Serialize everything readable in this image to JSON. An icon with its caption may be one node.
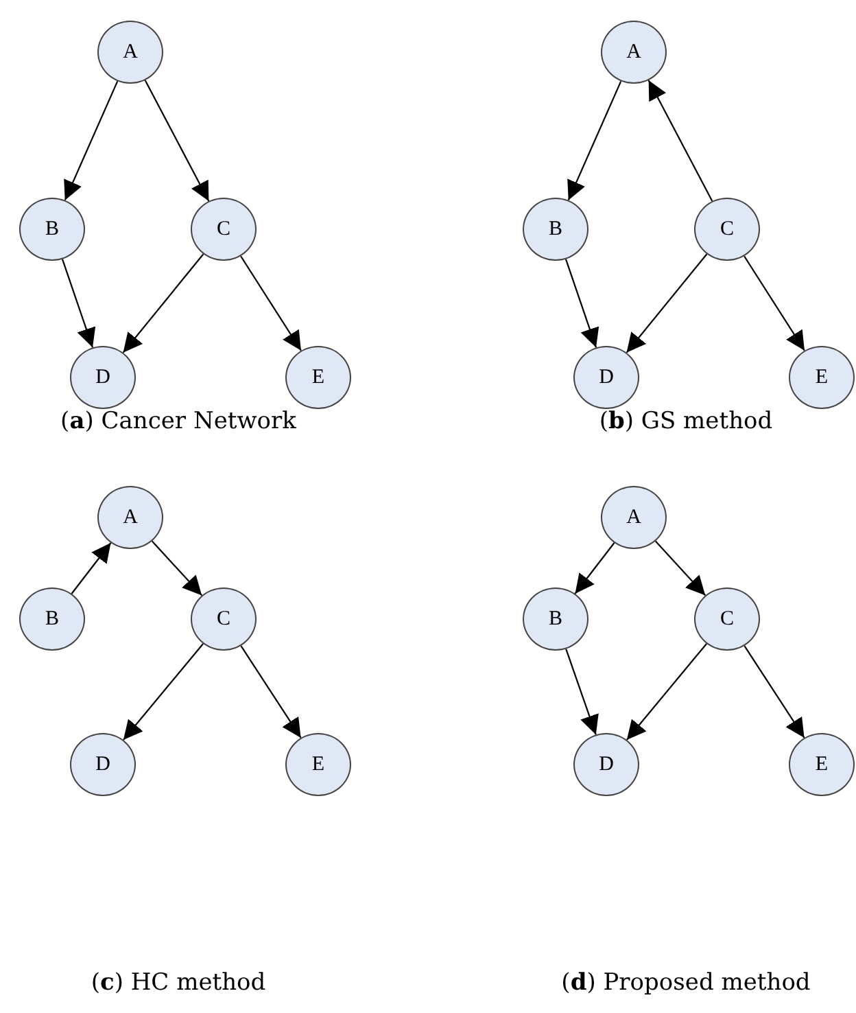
{
  "diagram": {
    "nodes": [
      {
        "text": [
          "A"
        ]
      },
      {
        "text": [
          "B"
        ]
      },
      {
        "text": [
          "C"
        ]
      },
      {
        "text": [
          "D"
        ]
      },
      {
        "text": [
          "E"
        ]
      },
      {
        "text": [
          "A"
        ]
      },
      {
        "text": [
          "B"
        ]
      },
      {
        "text": [
          "C"
        ]
      },
      {
        "text": [
          "D"
        ]
      },
      {
        "text": [
          "E"
        ]
      },
      {
        "text": [
          "A"
        ]
      },
      {
        "text": [
          "B"
        ]
      },
      {
        "text": [
          "C"
        ]
      },
      {
        "text": [
          "D"
        ]
      },
      {
        "text": [
          "E"
        ]
      },
      {
        "text": [
          "A"
        ]
      },
      {
        "text": [
          "B"
        ]
      },
      {
        "text": [
          "C"
        ]
      },
      {
        "text": [
          "D"
        ]
      },
      {
        "text": [
          "E"
        ]
      }
    ],
    "edges": [
      {
        "from": 0,
        "to": 1,
        "arrow": "to"
      },
      {
        "from": 0,
        "to": 2,
        "arrow": "to"
      },
      {
        "from": 1,
        "to": 3,
        "arrow": "to"
      },
      {
        "from": 2,
        "to": 3,
        "arrow": "to"
      },
      {
        "from": 2,
        "to": 4,
        "arrow": "to"
      },
      {
        "from": 7,
        "to": 5,
        "arrow": "to"
      },
      {
        "from": 5,
        "to": 6,
        "arrow": "to"
      },
      {
        "from": 6,
        "to": 8,
        "arrow": "to"
      },
      {
        "from": 7,
        "to": 8,
        "arrow": "to"
      },
      {
        "from": 7,
        "to": 9,
        "arrow": "to"
      },
      {
        "from": 11,
        "to": 10,
        "arrow": "to"
      },
      {
        "from": 10,
        "to": 12,
        "arrow": "to"
      },
      {
        "from": 12,
        "to": 13,
        "arrow": "to"
      },
      {
        "from": 12,
        "to": 14,
        "arrow": "to"
      },
      {
        "from": 15,
        "to": 16,
        "arrow": "to"
      },
      {
        "from": 15,
        "to": 17,
        "arrow": "to"
      },
      {
        "from": 16,
        "to": 18,
        "arrow": "to"
      },
      {
        "from": 17,
        "to": 18,
        "arrow": "to"
      },
      {
        "from": 17,
        "to": 19,
        "arrow": "to"
      }
    ],
    "labels": [
      "(**a**) Cancer Network",
      "(**b**) GS method",
      "(**c**) HC method",
      "(**d**) Proposed method"
    ]
  }
}
